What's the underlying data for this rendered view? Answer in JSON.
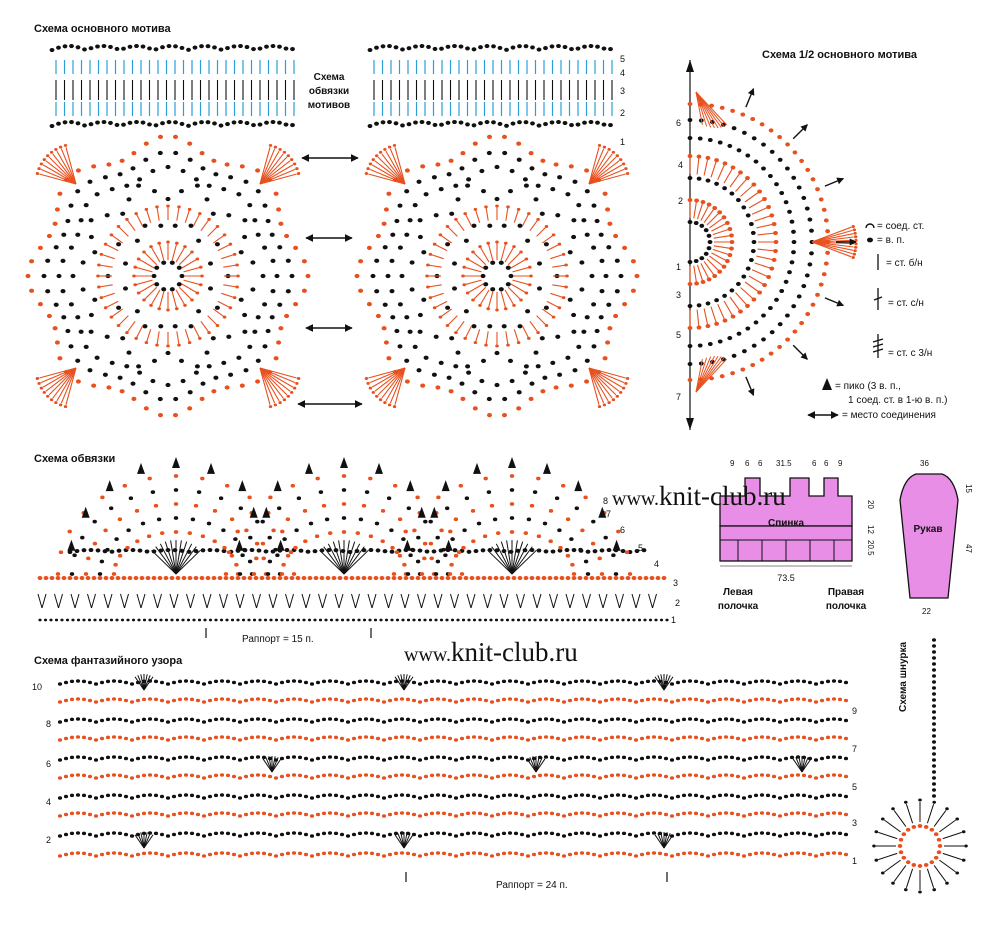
{
  "titles": {
    "main_motif": "Схема основного мотива",
    "half_motif": "Схема 1/2 основного мотива",
    "edging": "Схема обвязки",
    "fancy": "Схема фантазийного узора",
    "cord": "Схема шнурка",
    "motif_joining": [
      "Схема",
      "обвязки",
      "мотивов"
    ]
  },
  "legend": {
    "sl_st": "= соед. ст.",
    "ch": "= в. п.",
    "sc": "= ст. б/н",
    "dc": "= ст. с/н",
    "tr": "= ст. с 3/н",
    "picot": [
      "= пико (3 в. п.,",
      "1 соед. ст. в 1-ю в. п.)"
    ],
    "join": "= место соединения"
  },
  "repeats": {
    "edging": "Раппорт = 15 п.",
    "fancy": "Раппорт = 24 п."
  },
  "watermark": {
    "prefix": "www.",
    "site": "knit-club.ru"
  },
  "row_numbers": {
    "joining": [
      "5",
      "4",
      "3",
      "2",
      "1"
    ],
    "half_motif": [
      "6",
      "4",
      "2",
      "1",
      "3",
      "5",
      "7"
    ],
    "edging": [
      "8",
      "7",
      "6",
      "5",
      "4",
      "3",
      "2",
      "1"
    ],
    "fancy_left": [
      "10",
      "8",
      "6",
      "4",
      "2"
    ],
    "fancy_right": [
      "9",
      "7",
      "5",
      "3",
      "1"
    ]
  },
  "pattern_back": {
    "label": "Спинка",
    "top_dims": [
      "9",
      "6",
      "6",
      "31.5",
      "6",
      "6",
      "9"
    ],
    "side_dims": [
      "20",
      "12",
      "20.5"
    ],
    "bottom": "73.5",
    "left_front": [
      "Левая",
      "полочка"
    ],
    "right_front": [
      "Правая",
      "полочка"
    ]
  },
  "pattern_sleeve": {
    "label": "Рукав",
    "top": "36",
    "bottom": "22",
    "side_top": "15",
    "side": "47"
  },
  "colors": {
    "orange": "#e8501e",
    "black": "#111111",
    "blue": "#2a9fd6",
    "pink": "#e88ee6"
  }
}
